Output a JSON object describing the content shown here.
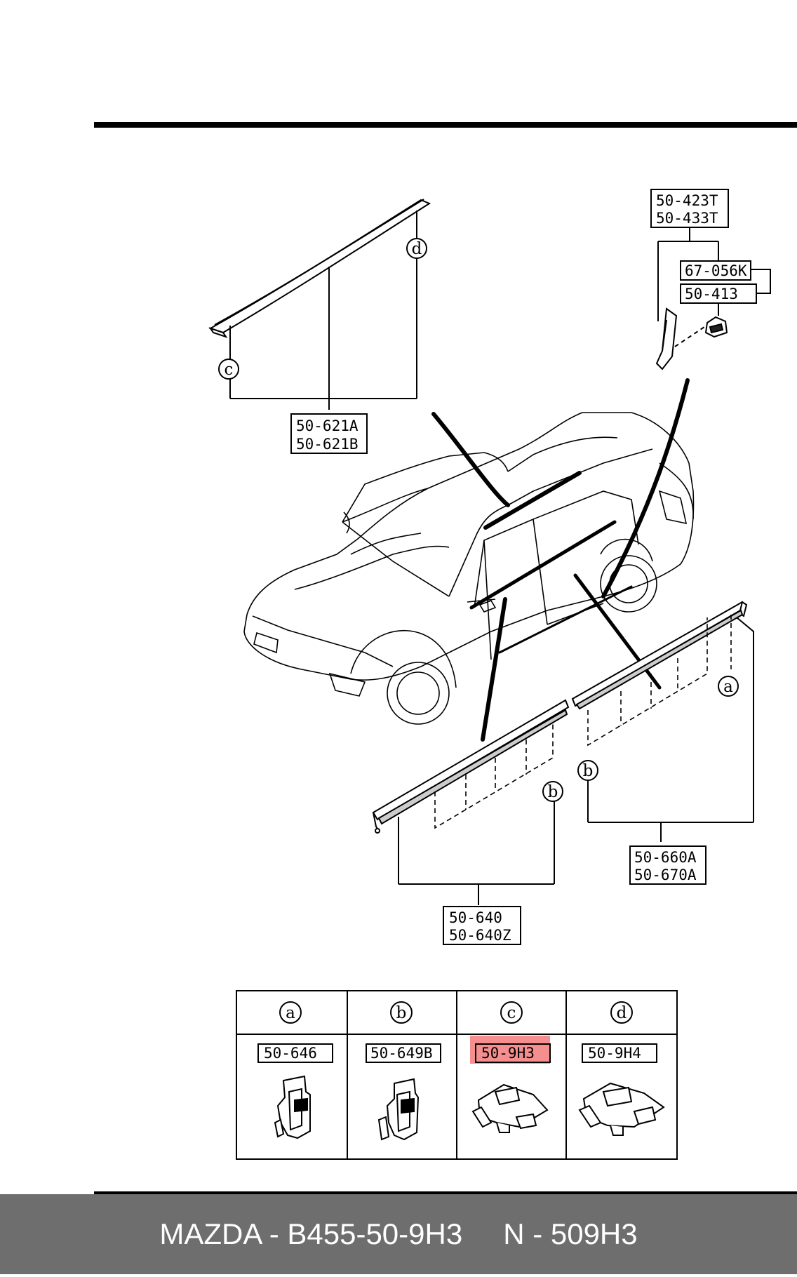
{
  "footer": {
    "brand_part": "MAZDA - B455-50-9H3",
    "alt_number": "N - 509H3"
  },
  "callouts": {
    "roof_molding": [
      "50-621A",
      "50-621B"
    ],
    "pillar_garnish": [
      "50-423T",
      "50-433T"
    ],
    "pillar_clip": "67-056K",
    "pillar_fastener": "50-413",
    "front_sill_molding": [
      "50-640",
      "50-640Z"
    ],
    "rear_sill_molding": [
      "50-660A",
      "50-670A"
    ]
  },
  "fastener_table": {
    "columns": [
      {
        "key": "a",
        "part": "50-646",
        "highlighted": false
      },
      {
        "key": "b",
        "part": "50-649B",
        "highlighted": false
      },
      {
        "key": "c",
        "part": "50-9H3",
        "highlighted": true
      },
      {
        "key": "d",
        "part": "50-9H4",
        "highlighted": false
      }
    ]
  },
  "colors": {
    "highlight": "#f26a6a",
    "footer_bg": "#6e6e6e",
    "line": "#000000"
  }
}
